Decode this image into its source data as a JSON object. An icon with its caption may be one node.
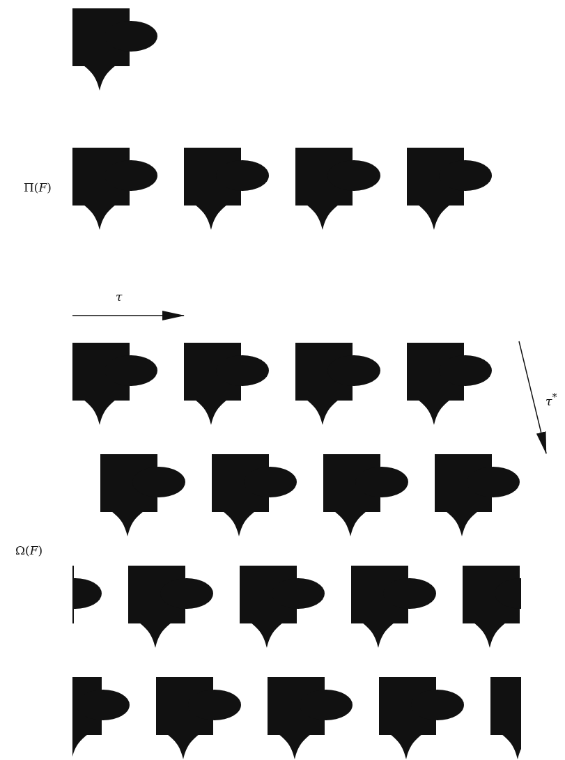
{
  "diagram": {
    "labels": [
      "Π(*F*)",
      "τ",
      "τ$^{*}$",
      "Ω(*F*)"
    ]
  }
}
